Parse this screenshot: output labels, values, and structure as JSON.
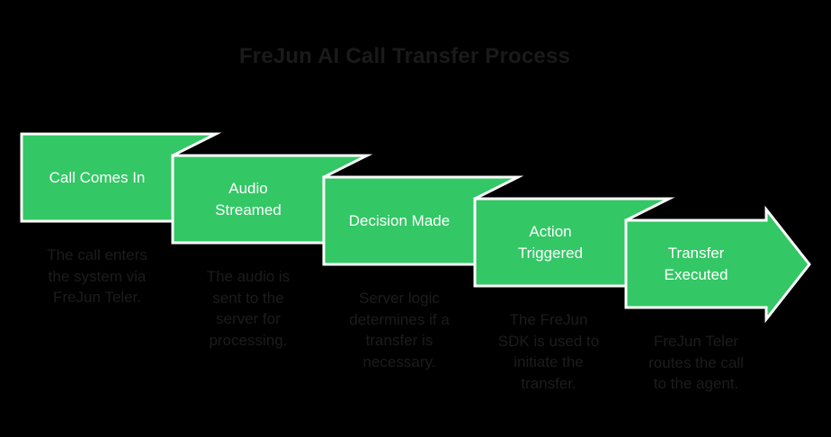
{
  "title": "FreJun AI Call Transfer Process",
  "colors": {
    "background": "#000000",
    "step_fill": "#33c765",
    "step_border": "#ffffff",
    "step_label_text": "#ffffff",
    "title_text": "#1a1a1a",
    "description_text": "#1c1c1c"
  },
  "steps": [
    {
      "label": "Call Comes In",
      "description": "The call enters the system via FreJun Teler."
    },
    {
      "label": "Audio Streamed",
      "description": "The audio is sent to the server for processing."
    },
    {
      "label": "Decision Made",
      "description": "Server logic determines if a transfer is necessary."
    },
    {
      "label": "Action Triggered",
      "description": "The FreJun SDK is used to initiate the transfer."
    },
    {
      "label": "Transfer Executed",
      "description": "FreJun Teler routes the call to the agent."
    }
  ]
}
